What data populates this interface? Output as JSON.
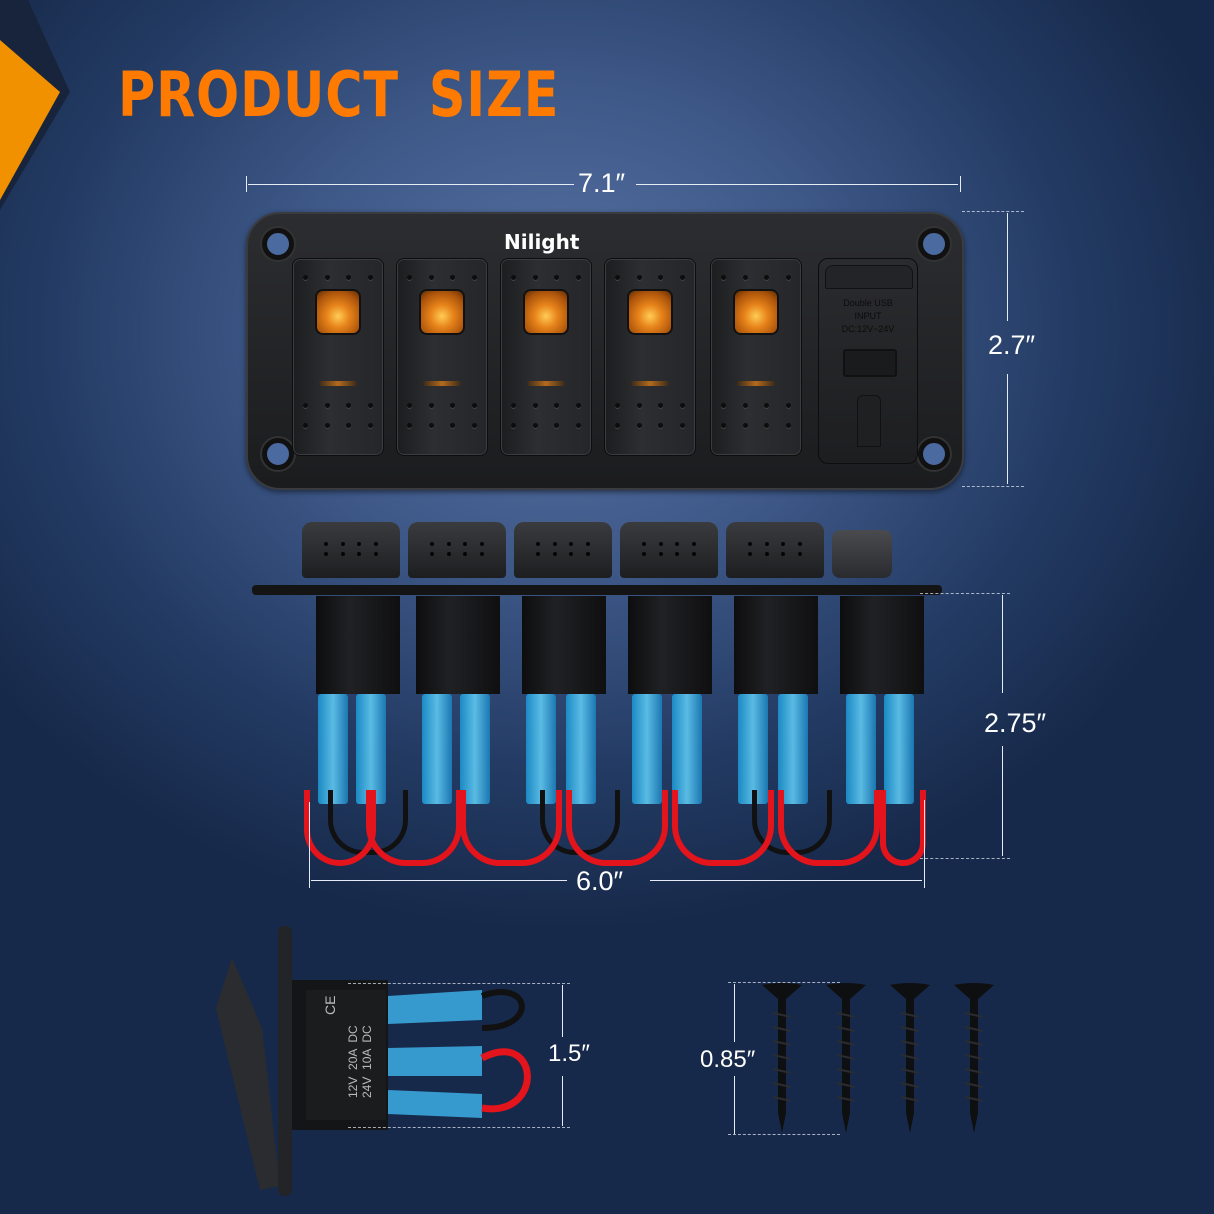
{
  "header": {
    "title": "PRODUCT SIZE",
    "accent_color": "#ff7a00"
  },
  "brand": {
    "logo_text": "Nilight"
  },
  "panel": {
    "switch_count": 5,
    "lamp_color": "#e7831a",
    "usb_module": {
      "line1": "Double USB",
      "line2": "INPUT",
      "line3": "DC:12V~24V"
    }
  },
  "dimensions": {
    "panel_width": "7.1″",
    "panel_height": "2.7″",
    "depth_height": "2.75″",
    "wired_width": "6.0″",
    "switch_depth": "1.5″",
    "screw_length": "0.85″"
  },
  "switch_label": {
    "mark": "CE",
    "line1": "12V  20A  DC",
    "line2": "24V  10A  DC"
  },
  "screws": {
    "count": 4
  }
}
